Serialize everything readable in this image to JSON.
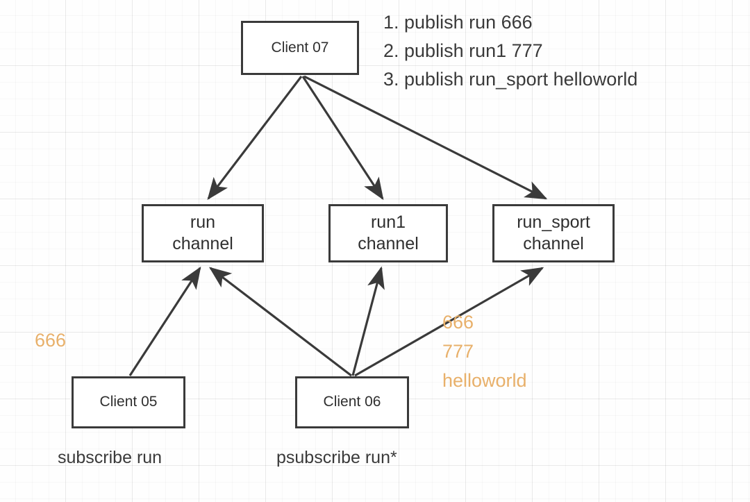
{
  "diagram": {
    "title": "Redis publish/subscribe channel diagram",
    "stroke_color": "#3a3a3a",
    "accent_color": "#e8b06a",
    "background_color": "#fefefe"
  },
  "commands": {
    "items": [
      "1. publish run 666",
      "2. publish run1 777",
      "3. publish run_sport helloworld"
    ]
  },
  "publisher": {
    "label": "Client 07"
  },
  "channels": [
    {
      "name": "run",
      "suffix": "channel"
    },
    {
      "name": "run1",
      "suffix": "channel"
    },
    {
      "name": "run_sport",
      "suffix": "channel"
    }
  ],
  "subscribers": [
    {
      "label": "Client 05",
      "command": "subscribe run"
    },
    {
      "label": "Client 06",
      "command": "psubscribe run*"
    }
  ],
  "messages": {
    "client05_received": "666",
    "client06_received": [
      "666",
      "777",
      "helloworld"
    ]
  }
}
